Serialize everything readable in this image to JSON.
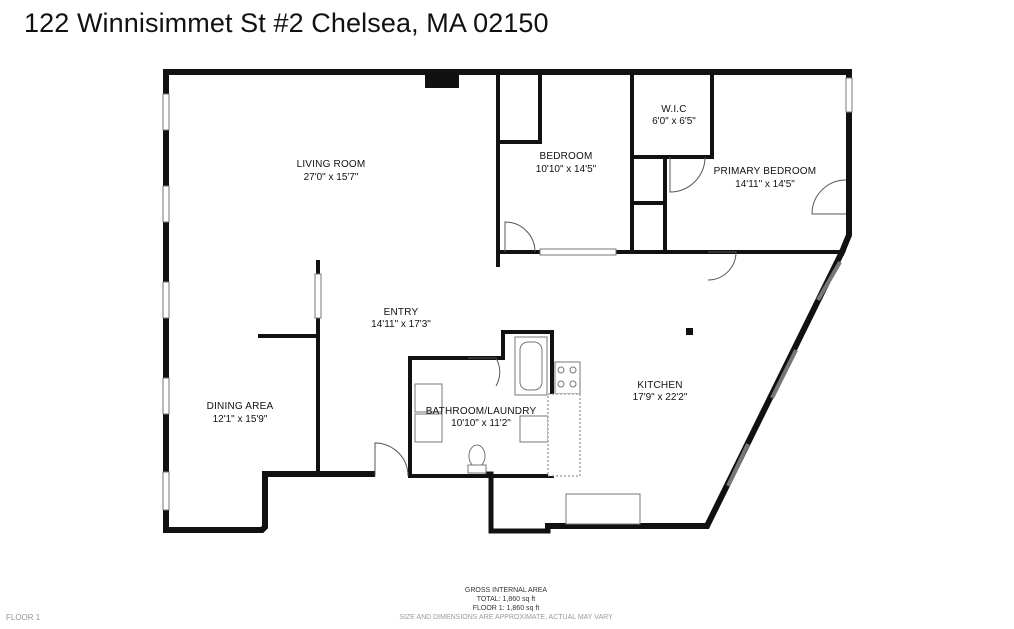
{
  "title": "122 Winnisimmet St #2 Chelsea, MA 02150",
  "rooms": {
    "living_room": {
      "name": "LIVING ROOM",
      "dims": "27'0\" x 15'7\""
    },
    "bedroom": {
      "name": "BEDROOM",
      "dims": "10'10\" x 14'5\""
    },
    "wic": {
      "name": "W.I.C",
      "dims": "6'0\" x 6'5\""
    },
    "primary_bedroom": {
      "name": "PRIMARY BEDROOM",
      "dims": "14'11\" x 14'5\""
    },
    "entry": {
      "name": "ENTRY",
      "dims": "14'11\" x 17'3\""
    },
    "dining_area": {
      "name": "DINING AREA",
      "dims": "12'1\" x 15'9\""
    },
    "bathroom_laundry": {
      "name": "BATHROOM/LAUNDRY",
      "dims": "10'10\" x 11'2\""
    },
    "kitchen": {
      "name": "KITCHEN",
      "dims": "17'9\" x 22'2\""
    }
  },
  "footer": {
    "gross_area_title": "GROSS INTERNAL AREA",
    "total": "TOTAL: 1,860 sq ft",
    "floor_area": "FLOOR 1: 1,860 sq ft",
    "disclaimer": "SIZE AND DIMENSIONS ARE APPROXIMATE, ACTUAL MAY VARY",
    "floor_label": "FLOOR 1"
  },
  "colors": {
    "wall": "#111111",
    "window": "#bdbdbd",
    "fixture": "#777777"
  }
}
